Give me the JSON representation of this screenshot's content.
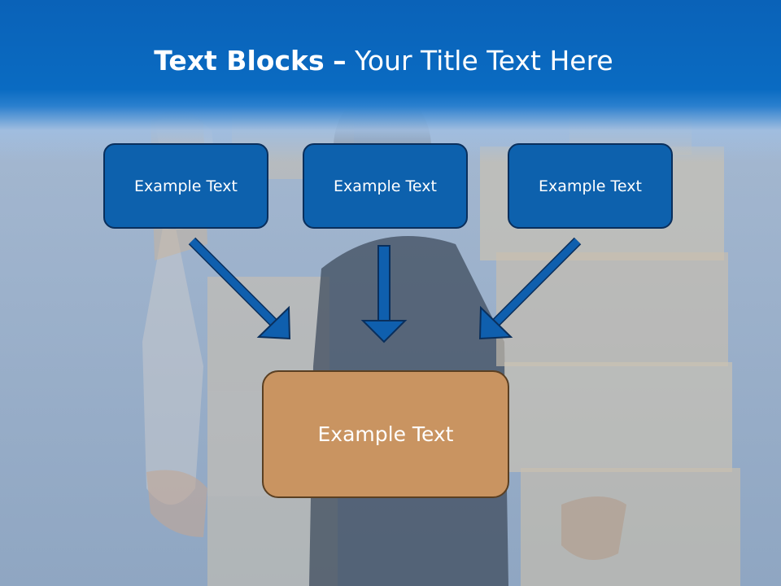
{
  "slide": {
    "title_bold": "Text Blocks",
    "title_dash": "–",
    "title_rest": "Your Title Text Here"
  },
  "blocks": [
    {
      "label": "Example Text"
    },
    {
      "label": "Example Text"
    },
    {
      "label": "Example Text"
    }
  ],
  "main_block": {
    "label": "Example Text"
  },
  "colors": {
    "header": "#0a62b8",
    "block_fill": "#0d61ad",
    "block_border": "#0a2f5c",
    "main_fill": "#c99461",
    "main_border": "#5a3f22",
    "arrow": "#0f5fae"
  },
  "icons": [
    "arrow-down-right-icon",
    "arrow-down-icon",
    "arrow-down-left-icon"
  ]
}
